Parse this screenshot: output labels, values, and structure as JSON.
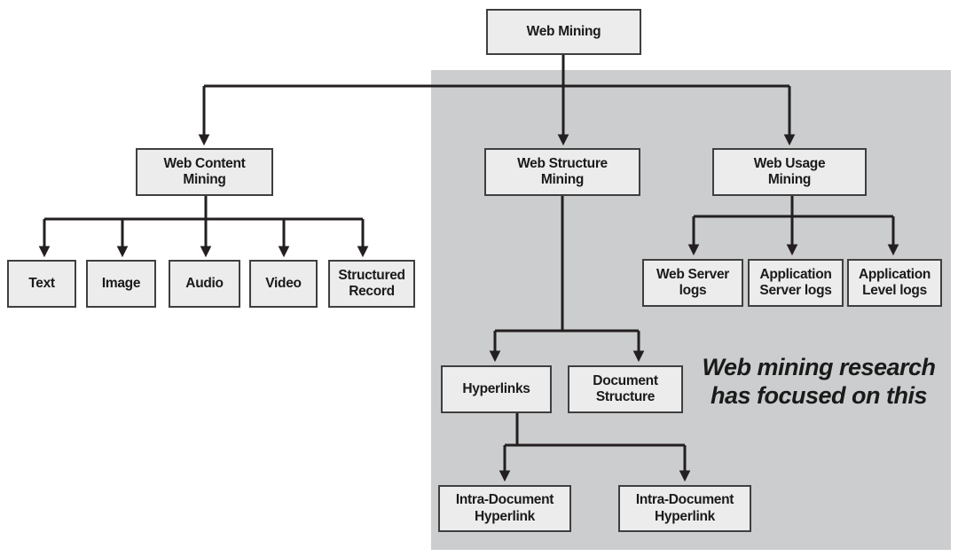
{
  "colors": {
    "background": "#ffffff",
    "shaded_region": "#cbcdce",
    "node_fill": "#ececec",
    "node_border": "#3f3f3f",
    "connector": "#231f20",
    "text": "#1a1a1a"
  },
  "nodes": {
    "web_mining": "Web Mining",
    "web_content_mining": "Web Content\nMining",
    "web_structure_mining": "Web Structure\nMining",
    "web_usage_mining": "Web Usage\nMining",
    "text": "Text",
    "image": "Image",
    "audio": "Audio",
    "video": "Video",
    "structured_record": "Structured\nRecord",
    "web_server_logs": "Web Server\nlogs",
    "application_server_logs": "Application\nServer logs",
    "application_level_logs": "Application\nLevel logs",
    "hyperlinks": "Hyperlinks",
    "document_structure": "Document\nStructure",
    "intra_document_hyperlink_left": "Intra-Document\nHyperlink",
    "intra_document_hyperlink_right": "Intra-Document\nHyperlink"
  },
  "annotation": "Web mining research\nhas focused on this"
}
